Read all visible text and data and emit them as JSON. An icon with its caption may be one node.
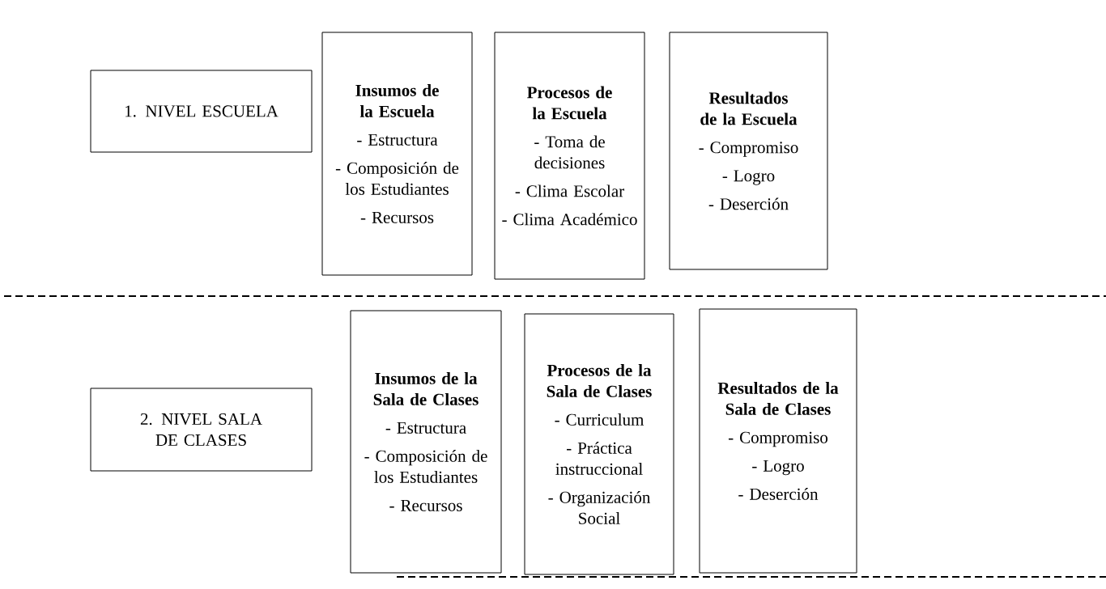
{
  "diagram": {
    "nodes": [
      {
        "text": [
          "1. NIVEL ESCUELA"
        ]
      },
      {
        "text": [
          "Insumos de la Escuela",
          "- Estructura",
          "- Composición de los Estudiantes",
          "- Recursos"
        ]
      },
      {
        "text": [
          "Procesos de la Escuela",
          "- Toma de decisiones",
          "- Clima Escolar",
          "- Clima Académico"
        ]
      },
      {
        "text": [
          "Resultados de la Escuela",
          "- Compromiso",
          "- Logro",
          "- Deserción"
        ]
      },
      {
        "text": [
          "2. NIVEL SALA DE CLASES"
        ]
      },
      {
        "text": [
          "Insumos de la Sala de Clases",
          "- Estructura",
          "- Composición de los Estudiantes",
          "- Recursos"
        ]
      },
      {
        "text": [
          "Procesos de la Sala de Clases",
          "- Curriculum",
          "- Práctica instruccional",
          "- Organización Social"
        ]
      },
      {
        "text": [
          "Resultados de la Sala de Clases",
          "- Compromiso",
          "- Logro",
          "- Deserción"
        ]
      }
    ]
  }
}
